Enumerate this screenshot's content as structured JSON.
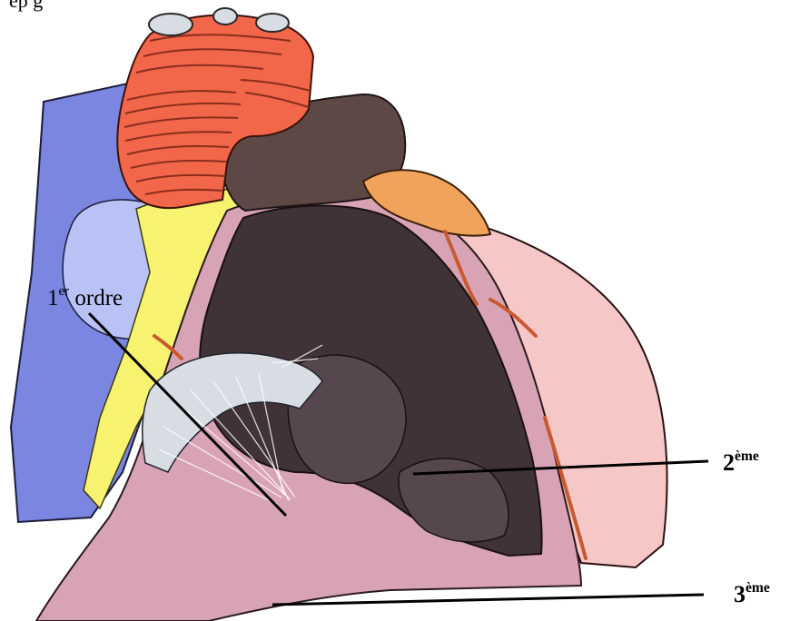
{
  "top_text_fragment": "ep                                                                                    g",
  "labels": {
    "order_1": {
      "number": "1",
      "suffix": "er",
      "word": "ordre"
    },
    "order_2": {
      "number": "2",
      "suffix": "ème"
    },
    "order_3": {
      "number": "3",
      "suffix": "ème"
    }
  },
  "colors": {
    "aorta": "#f2664a",
    "aorta_stripe": "#8a2e1c",
    "pulmonary_trunk": "#5e4846",
    "vena_cava": "#7a86e0",
    "vena_cava_light": "#b9c2f4",
    "fat": "#f7f270",
    "myocardium": "#d9a3b6",
    "epicardium_pink": "#f6c7c7",
    "cavity_dark": "#3f3338",
    "auricle_orange": "#f0a35a",
    "coronary": "#c85a30",
    "valve_light": "#d8dde4",
    "leader_line": "#000000"
  }
}
